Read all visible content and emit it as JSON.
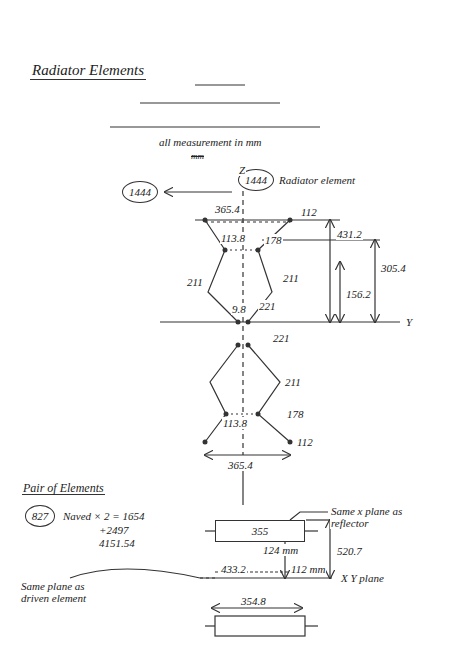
{
  "diagram": {
    "title": "Radiator Elements",
    "nodes": [
      {
        "text": [
          "1444"
        ]
      },
      {
        "text": [
          "1444"
        ]
      },
      {
        "text": [
          "827"
        ]
      },
      {
        "text": [
          "355"
        ]
      }
    ],
    "labels": [
      "all measurement in mm",
      "mm",
      "Z",
      "Radiator element",
      "365.4",
      "112",
      "113.8",
      "178",
      "211",
      "211",
      "431.2",
      "305.4",
      "156.2",
      "9.8",
      "221",
      "Y",
      "221",
      "113.8",
      "211",
      "178",
      "112",
      "365.4",
      "Pair of Elements",
      "Naved × 2 = 1654",
      "+2497",
      "4151.54",
      "Same x plane as reflector",
      "124 mm",
      "520.7",
      "433.2",
      "112 mm",
      "X Y plane",
      "Same plane as driven element",
      "354.8"
    ]
  }
}
